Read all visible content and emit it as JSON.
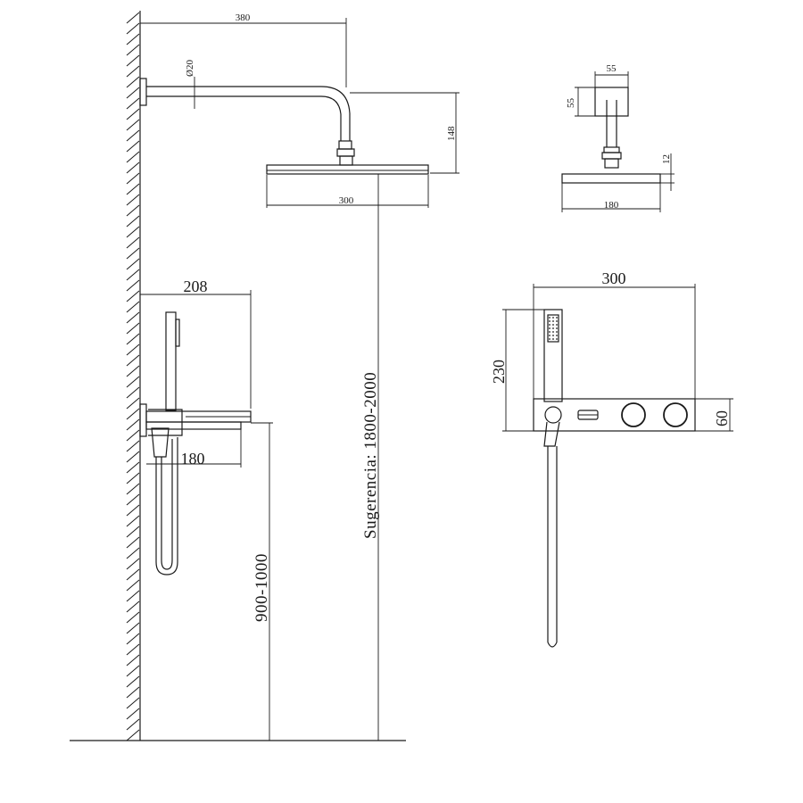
{
  "diagram": {
    "side_view": {
      "arm_length": "380",
      "pipe_diameter": "Ø20",
      "head_drop": "148",
      "head_width": "300",
      "shelf_depth": "208",
      "mixer_depth": "180",
      "mixer_height": "900-1000",
      "head_height": "Sugerencia:  1800-2000"
    },
    "small_view": {
      "flange_width": "55",
      "flange_height": "55",
      "head_thickness": "12",
      "head_width": "180"
    },
    "front_view": {
      "panel_width": "300",
      "handset_height": "230",
      "panel_height": "60"
    }
  }
}
